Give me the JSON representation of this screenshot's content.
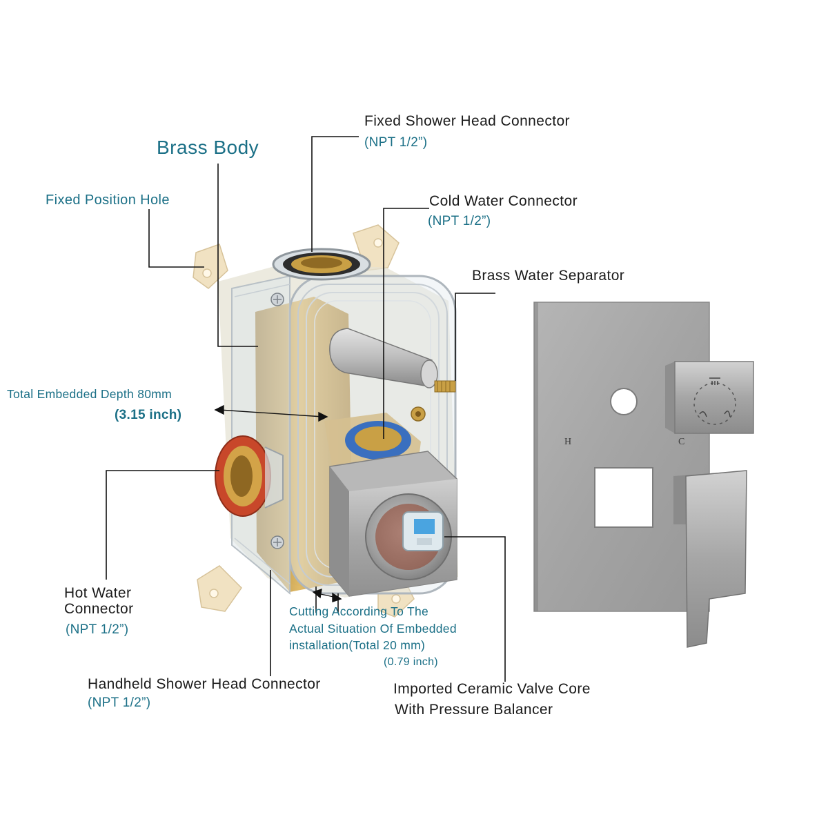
{
  "labels": {
    "fixed_shower_head": {
      "title": "Fixed Shower Head Connector",
      "spec": "(NPT 1/2”)"
    },
    "brass_body": "Brass Body",
    "fixed_position_hole": "Fixed Position Hole",
    "cold_water": {
      "title": "Cold Water Connector",
      "spec": "(NPT 1/2”)"
    },
    "brass_separator": "Brass Water Separator",
    "embedded_depth": {
      "title": "Total Embedded Depth 80mm",
      "inch": "(3.15 inch)"
    },
    "hot_water": {
      "line1": "Hot Water",
      "line2": "Connector",
      "spec": "(NPT 1/2”)"
    },
    "cutting_note": {
      "line1": "Cutting According To The",
      "line2": "Actual Situation Of Embedded",
      "line3": "installation(Total 20 mm)",
      "inch": "(0.79 inch)"
    },
    "handheld_shower_head": {
      "title": "Handheld Shower Head Connector",
      "spec": "(NPT 1/2”)"
    },
    "valve_core": {
      "line1": "Imported Ceramic Valve Core",
      "line2": "With Pressure Balancer"
    }
  },
  "plate_marks": {
    "hot": "H",
    "cold": "C"
  },
  "colors": {
    "teal_text": "#1a6f86",
    "dark_text": "#1a1a1a",
    "brass": "#c9a045",
    "brushed_nickel": "#a9a9a9",
    "clear_housing": "#cfd6dc",
    "mounting_tab": "#f2e3c4",
    "hot_seal": "#c8472a",
    "cold_seal": "#3a6fbf"
  }
}
